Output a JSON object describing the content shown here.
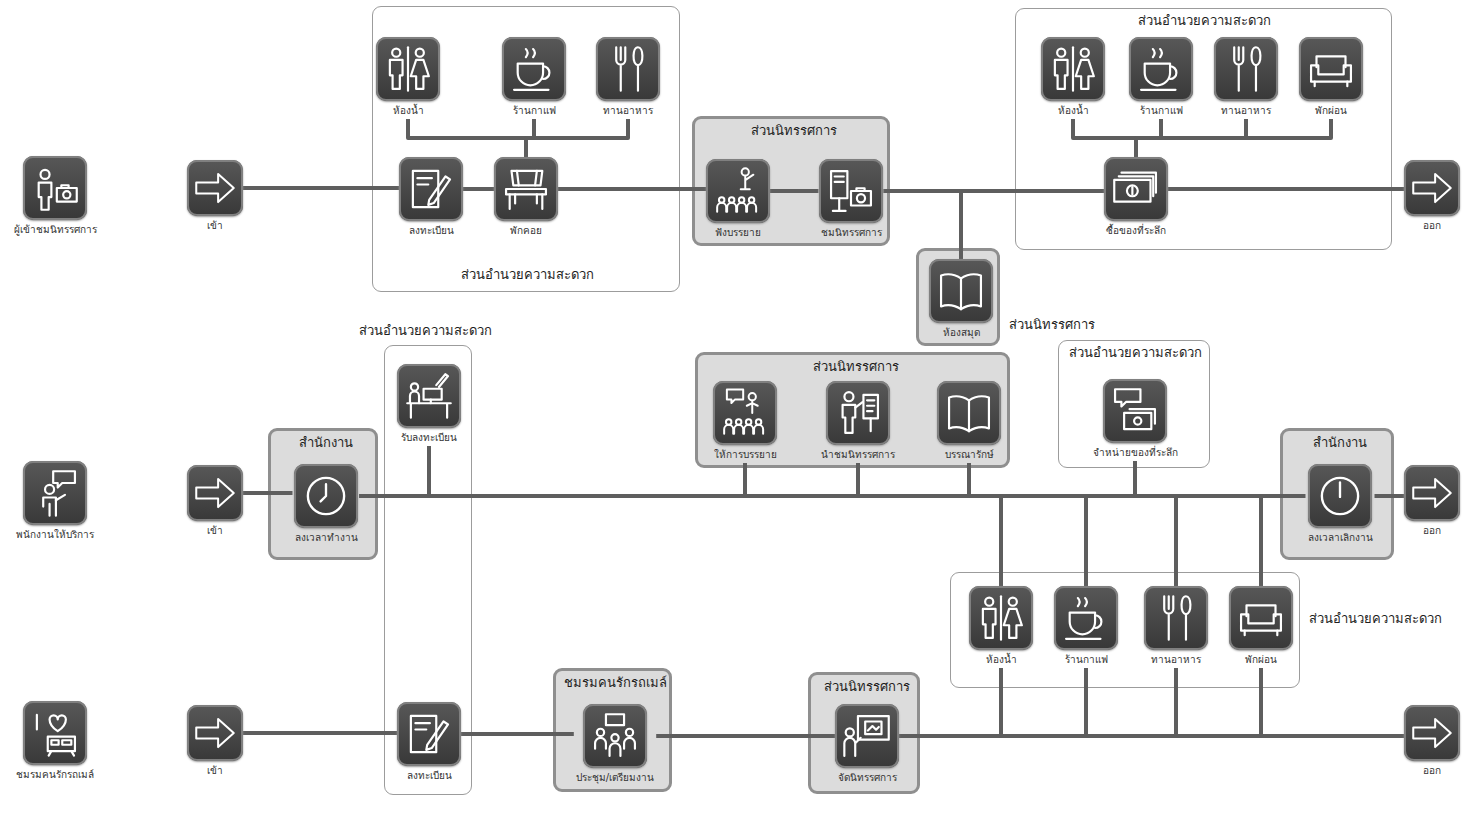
{
  "diagram": {
    "nodes": [
      {
        "text": [
          "ผู้เข้าชมนิทรรศการ"
        ]
      },
      {
        "text": [
          "เข้า"
        ]
      },
      {
        "text": [
          "ส่วนอำนวยความสะดวก"
        ]
      },
      {
        "text": [
          "ห้องน้ำ"
        ],
        "in": 2
      },
      {
        "text": [
          "ร้านกาแฟ"
        ],
        "in": 2
      },
      {
        "text": [
          "ทานอาหาร"
        ],
        "in": 2
      },
      {
        "text": [
          "ลงทะเบียน"
        ],
        "in": 2
      },
      {
        "text": [
          "พักคอย"
        ],
        "in": 2
      },
      {
        "text": [
          "ส่วนนิทรรศการ"
        ]
      },
      {
        "text": [
          "ฟังบรรยาย"
        ],
        "in": 8
      },
      {
        "text": [
          "ชมนิทรรศการ"
        ],
        "in": 8
      },
      {
        "text": [
          "ส่วนอำนวยความสะดวก"
        ]
      },
      {
        "text": [
          "ห้องน้ำ"
        ],
        "in": 11
      },
      {
        "text": [
          "ร้านกาแฟ"
        ],
        "in": 11
      },
      {
        "text": [
          "ทานอาหาร"
        ],
        "in": 11
      },
      {
        "text": [
          "พักผ่อน"
        ],
        "in": 11
      },
      {
        "text": [
          "ซื้อของที่ระลึก"
        ],
        "in": 11
      },
      {
        "text": [
          "ออก"
        ]
      },
      {
        "text": [
          "ส่วนนิทรรศการ"
        ]
      },
      {
        "text": [
          "ห้องสมุด"
        ],
        "in": 18
      },
      {
        "text": [
          "พนักงานให้บริการ"
        ]
      },
      {
        "text": [
          "เข้า"
        ]
      },
      {
        "text": [
          "สำนักงาน"
        ]
      },
      {
        "text": [
          "ลงเวลาทำงาน"
        ],
        "in": 22
      },
      {
        "text": [
          "ส่วนอำนวยความสะดวก"
        ]
      },
      {
        "text": [
          "รับลงทะเบียน"
        ],
        "in": 24
      },
      {
        "text": [
          "ส่วนนิทรรศการ"
        ]
      },
      {
        "text": [
          "ให้การบรรยาย"
        ],
        "in": 26
      },
      {
        "text": [
          "นำชมนิทรรศการ"
        ],
        "in": 26
      },
      {
        "text": [
          "บรรณารักษ์"
        ],
        "in": 26
      },
      {
        "text": [
          "ส่วนอำนวยความสะดวก"
        ]
      },
      {
        "text": [
          "จำหน่ายของที่ระลึก"
        ],
        "in": 30
      },
      {
        "text": [
          "สำนักงาน"
        ]
      },
      {
        "text": [
          "ลงเวลาเลิกงาน"
        ],
        "in": 32
      },
      {
        "text": [
          "ออก"
        ]
      },
      {
        "text": [
          "ชมรมคนรักรถเมล์"
        ]
      },
      {
        "text": [
          "เข้า"
        ]
      },
      {
        "text": [
          "ลงทะเบียน"
        ],
        "in": 24
      },
      {
        "text": [
          "ชมรมคนรักรถเมล์"
        ]
      },
      {
        "text": [
          "ประชุม/เตรียมงาน"
        ],
        "in": 38
      },
      {
        "text": [
          "ส่วนนิทรรศการ"
        ]
      },
      {
        "text": [
          "จัดนิทรรศการ"
        ],
        "in": 40
      },
      {
        "text": [
          "ส่วนอำนวยความสะดวก"
        ]
      },
      {
        "text": [
          "ห้องน้ำ"
        ],
        "in": 42
      },
      {
        "text": [
          "ร้านกาแฟ"
        ],
        "in": 42
      },
      {
        "text": [
          "ทานอาหาร"
        ],
        "in": 42
      },
      {
        "text": [
          "พักผ่อน"
        ],
        "in": 42
      },
      {
        "text": [
          "ออก"
        ]
      }
    ],
    "edges": [
      {
        "from": 1,
        "to": 6,
        "arrow": "none"
      },
      {
        "from": 6,
        "to": 7,
        "arrow": "none"
      },
      {
        "from": 7,
        "to": 3,
        "arrow": "none"
      },
      {
        "from": 7,
        "to": 4,
        "arrow": "none"
      },
      {
        "from": 7,
        "to": 5,
        "arrow": "none"
      },
      {
        "from": 7,
        "to": 9,
        "arrow": "none"
      },
      {
        "from": 9,
        "to": 10,
        "arrow": "none"
      },
      {
        "from": 10,
        "to": 19,
        "arrow": "none"
      },
      {
        "from": 10,
        "to": 16,
        "arrow": "none"
      },
      {
        "from": 16,
        "to": 12,
        "arrow": "none"
      },
      {
        "from": 16,
        "to": 13,
        "arrow": "none"
      },
      {
        "from": 16,
        "to": 14,
        "arrow": "none"
      },
      {
        "from": 16,
        "to": 15,
        "arrow": "none"
      },
      {
        "from": 16,
        "to": 17,
        "arrow": "none"
      },
      {
        "from": 21,
        "to": 23,
        "arrow": "none"
      },
      {
        "from": 23,
        "to": 25,
        "arrow": "none"
      },
      {
        "from": 23,
        "to": 27,
        "arrow": "none"
      },
      {
        "from": 23,
        "to": 28,
        "arrow": "none"
      },
      {
        "from": 23,
        "to": 29,
        "arrow": "none"
      },
      {
        "from": 23,
        "to": 31,
        "arrow": "none"
      },
      {
        "from": 23,
        "to": 43,
        "arrow": "none"
      },
      {
        "from": 23,
        "to": 44,
        "arrow": "none"
      },
      {
        "from": 23,
        "to": 45,
        "arrow": "none"
      },
      {
        "from": 23,
        "to": 46,
        "arrow": "none"
      },
      {
        "from": 23,
        "to": 33,
        "arrow": "none"
      },
      {
        "from": 33,
        "to": 34,
        "arrow": "none"
      },
      {
        "from": 36,
        "to": 37,
        "arrow": "none"
      },
      {
        "from": 37,
        "to": 39,
        "arrow": "none"
      },
      {
        "from": 39,
        "to": 41,
        "arrow": "none"
      },
      {
        "from": 41,
        "to": 43,
        "arrow": "none"
      },
      {
        "from": 41,
        "to": 44,
        "arrow": "none"
      },
      {
        "from": 41,
        "to": 45,
        "arrow": "none"
      },
      {
        "from": 41,
        "to": 46,
        "arrow": "none"
      },
      {
        "from": 41,
        "to": 47,
        "arrow": "none"
      }
    ]
  }
}
